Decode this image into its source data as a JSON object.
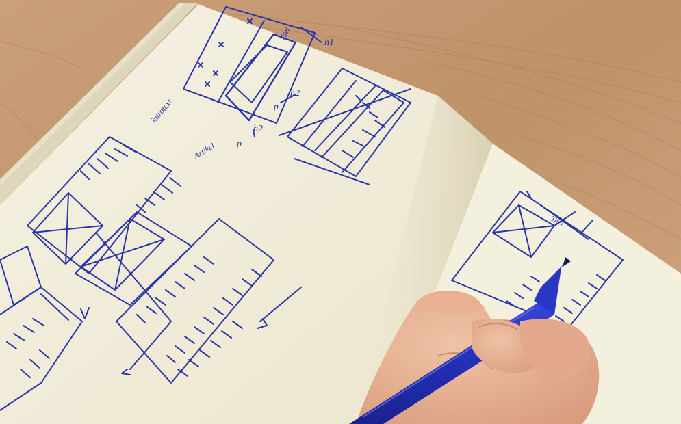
{
  "photo": {
    "subject": "",
    "colors": {
      "wood": "#c39a72",
      "wood_grain": "#a8805c",
      "paper": "#f3eedb",
      "paper_shadow": "#d8d0b4",
      "ink": "#2a35a8",
      "pen_body": "#2430b8",
      "skin": "#e7b396"
    }
  },
  "sketch_labels": {
    "h1": "h1",
    "h2_a": "h2",
    "h2_b": "h2",
    "p_a": "p",
    "p_b": "p",
    "title_small": "Titel",
    "artikel": "Artikel",
    "intro": "introtext",
    "title_right": "Titel"
  }
}
